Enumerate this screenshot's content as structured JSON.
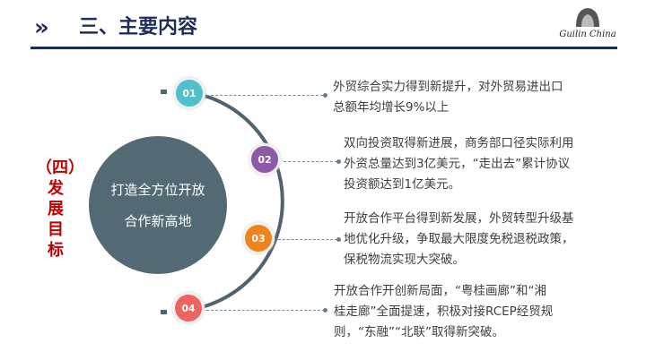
{
  "header": {
    "title": "三、主要内容",
    "chevron": "»",
    "logo_text": "Guilin China"
  },
  "side_label": {
    "lines": [
      "（四）",
      "发",
      "展",
      "目",
      "标"
    ]
  },
  "center": {
    "lines": [
      "打造全方位开放",
      "合作新高地"
    ]
  },
  "items": [
    {
      "num": "01",
      "color": "#4fc0cc",
      "lines": [
        "外贸综合实力得到新提升，对外贸易进出口",
        "总额年均增长9%以上"
      ]
    },
    {
      "num": "02",
      "color": "#8e5aa8",
      "lines": [
        "双向投资取得新进展，商务部口径实际利用",
        "外资总量达到3亿美元，“走出去”累计协议",
        "投资额达到1亿美元。"
      ]
    },
    {
      "num": "03",
      "color": "#f0841c",
      "lines": [
        "开放合作平台得到新发展，外贸转型升级基",
        "地优化升级，争取最大限度免税退税政策，",
        "保税物流实现大突破。"
      ]
    },
    {
      "num": "04",
      "color": "#ee6461",
      "lines": [
        "开放合作开创新局面，“粤桂画廊”和“湘",
        "桂走廊”全面提速，积极对接RCEP经贸规",
        "则，“东融”“北联”取得新突破。"
      ]
    }
  ],
  "colors": {
    "navy": "#1f2d5c",
    "red": "#c00000",
    "arc": "#4f6470"
  }
}
